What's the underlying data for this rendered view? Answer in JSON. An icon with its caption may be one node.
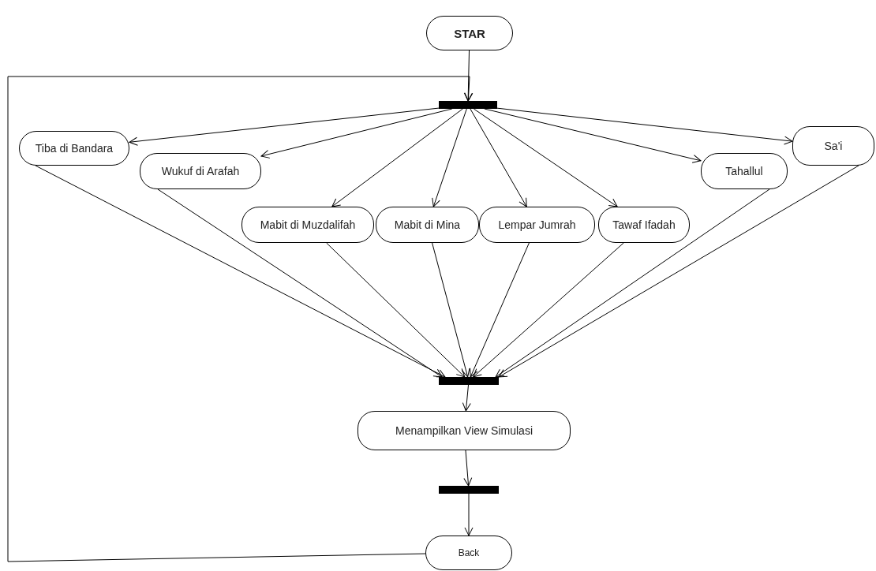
{
  "diagram": {
    "nodes": [
      {
        "text": [
          "STAR"
        ]
      },
      {
        "text": [],
        "shape": "bar"
      },
      {
        "text": [
          "Tiba di Bandara"
        ]
      },
      {
        "text": [
          "Wukuf di Arafah"
        ]
      },
      {
        "text": [
          "Mabit di Muzdalifah"
        ]
      },
      {
        "text": [
          "Mabit di Mina"
        ]
      },
      {
        "text": [
          "Lempar Jumrah"
        ]
      },
      {
        "text": [
          "Tawaf Ifadah"
        ]
      },
      {
        "text": [
          "Tahallul"
        ]
      },
      {
        "text": [
          "Sa'i"
        ]
      },
      {
        "text": [],
        "shape": "bar"
      },
      {
        "text": [
          "Menampilkan View Simulasi"
        ]
      },
      {
        "text": [],
        "shape": "bar"
      },
      {
        "text": [
          "Back"
        ]
      }
    ],
    "edges": [
      {
        "from": 0,
        "to": 1,
        "arrow": "to"
      },
      {
        "from": 13,
        "to": 1,
        "arrow": "to"
      },
      {
        "from": 1,
        "to": 2,
        "arrow": "to"
      },
      {
        "from": 1,
        "to": 3,
        "arrow": "to"
      },
      {
        "from": 1,
        "to": 4,
        "arrow": "to"
      },
      {
        "from": 1,
        "to": 5,
        "arrow": "to"
      },
      {
        "from": 1,
        "to": 6,
        "arrow": "to"
      },
      {
        "from": 1,
        "to": 7,
        "arrow": "to"
      },
      {
        "from": 1,
        "to": 8,
        "arrow": "to"
      },
      {
        "from": 1,
        "to": 9,
        "arrow": "to"
      },
      {
        "from": 2,
        "to": 10,
        "arrow": "to"
      },
      {
        "from": 3,
        "to": 10,
        "arrow": "to"
      },
      {
        "from": 4,
        "to": 10,
        "arrow": "to"
      },
      {
        "from": 5,
        "to": 10,
        "arrow": "to"
      },
      {
        "from": 6,
        "to": 10,
        "arrow": "to"
      },
      {
        "from": 7,
        "to": 10,
        "arrow": "to"
      },
      {
        "from": 8,
        "to": 10,
        "arrow": "to"
      },
      {
        "from": 9,
        "to": 10,
        "arrow": "to"
      },
      {
        "from": 10,
        "to": 11,
        "arrow": "to"
      },
      {
        "from": 11,
        "to": 12,
        "arrow": "to"
      },
      {
        "from": 12,
        "to": 13,
        "arrow": "to"
      }
    ]
  }
}
